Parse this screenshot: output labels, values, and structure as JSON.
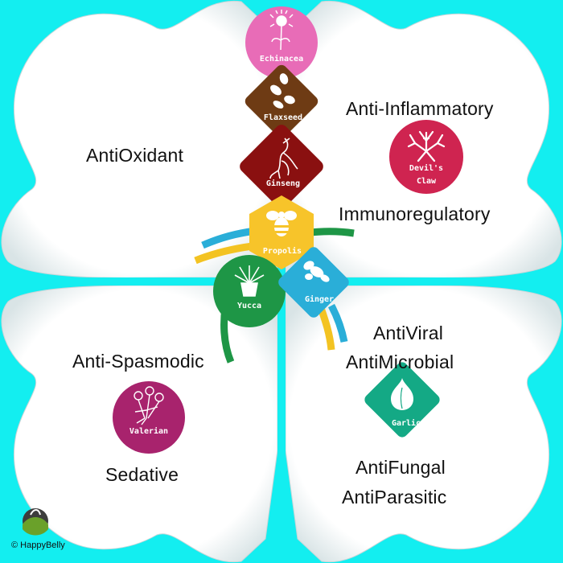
{
  "properties": {
    "antioxidant": "AntiOxidant",
    "anti_inflammatory": "Anti-Inflammatory",
    "immunoregulatory": "Immunoregulatory",
    "anti_spasmodic": "Anti-Spasmodic",
    "sedative": "Sedative",
    "antiviral": "AntiViral",
    "antimicrobial": "AntiMicrobial",
    "antifungal": "AntiFungal",
    "antiparasitic": "AntiParasitic"
  },
  "herbs": {
    "echinacea": "Echinacea",
    "flaxseed": "Flaxseed",
    "ginseng": "Ginseng",
    "devils_claw_line1": "Devil's",
    "devils_claw_line2": "Claw",
    "propolis": "Propolis",
    "yucca": "Yucca",
    "ginger": "Ginger",
    "valerian": "Valerian",
    "garlic": "Garlic"
  },
  "colors": {
    "background": "#13eef0",
    "leaf": "#ffffff",
    "echinacea": "#e86cb7",
    "flaxseed": "#6e3b14",
    "ginseng": "#8a1010",
    "devils_claw": "#cf2450",
    "propolis": "#f7c42a",
    "yucca": "#1e9646",
    "ginger": "#2aaed8",
    "valerian": "#a8236d",
    "garlic": "#14a985",
    "stem_blue": "#2aaed8",
    "stem_yellow": "#f3c322",
    "stem_green": "#1e9646"
  },
  "credit": "© HappyBelly"
}
